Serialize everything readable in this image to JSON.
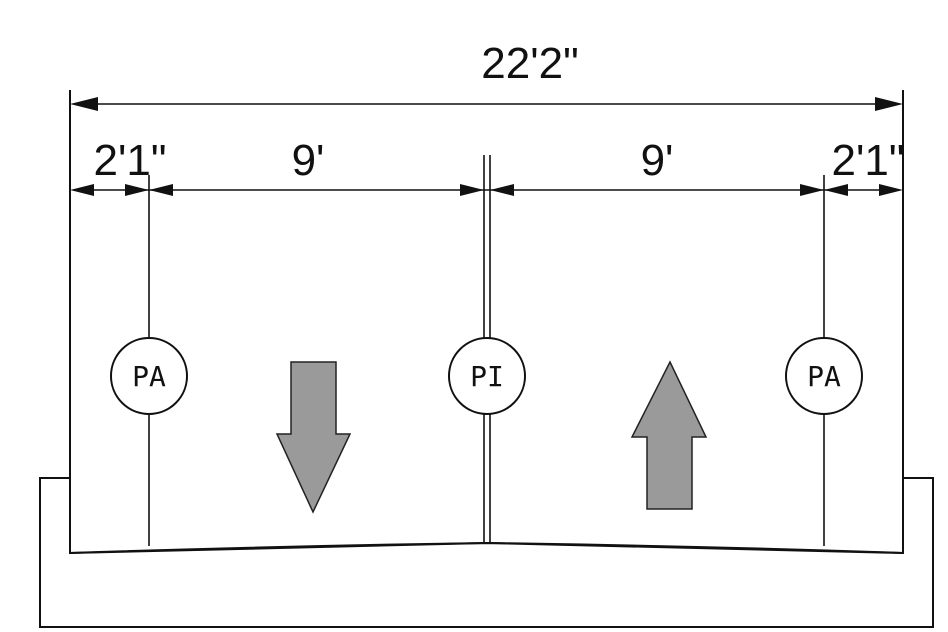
{
  "dimensions": {
    "overall": "22'2\"",
    "left_offset": "2'1\"",
    "left_lane": "9'",
    "right_lane": "9'",
    "right_offset": "2'1\""
  },
  "markers": {
    "left": "PA",
    "center": "PI",
    "right": "PA"
  },
  "flow": {
    "left_lane": "down",
    "right_lane": "up",
    "arrow_color": "#9a9a9a"
  }
}
